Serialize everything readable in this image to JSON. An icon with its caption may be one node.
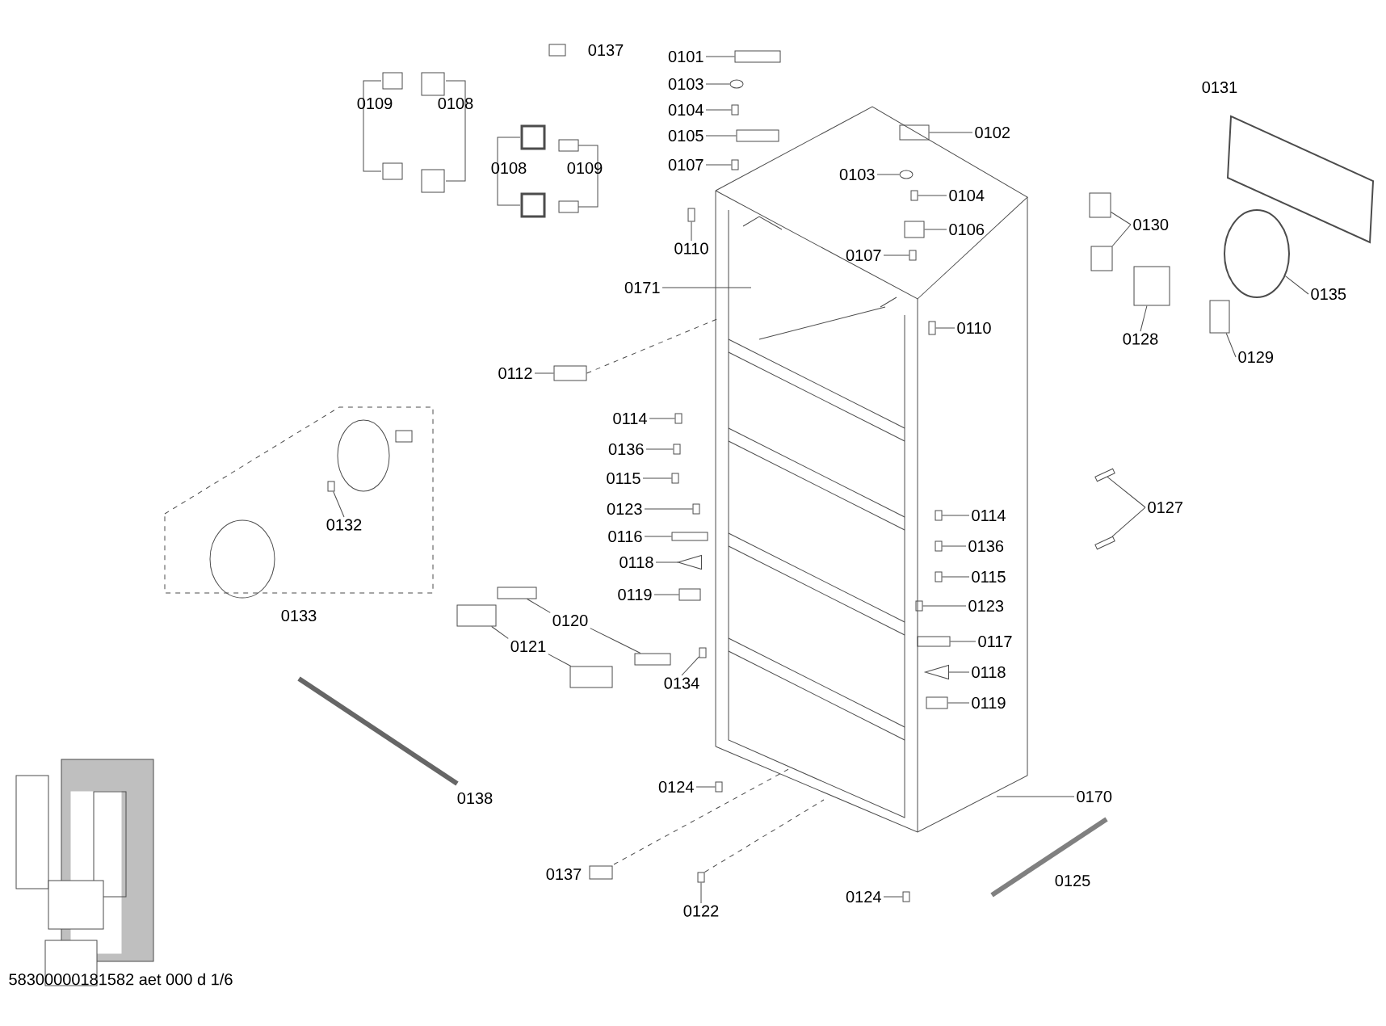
{
  "diagram": {
    "caption": "58300000181582 aet 000 d 1/6",
    "nodes": [
      {
        "text": [
          "0101"
        ]
      },
      {
        "text": [
          "0103"
        ]
      },
      {
        "text": [
          "0104"
        ]
      },
      {
        "text": [
          "0105"
        ]
      },
      {
        "text": [
          "0107"
        ]
      },
      {
        "text": [
          "0102"
        ]
      },
      {
        "text": [
          "0103"
        ]
      },
      {
        "text": [
          "0104"
        ]
      },
      {
        "text": [
          "0106"
        ]
      },
      {
        "text": [
          "0107"
        ]
      },
      {
        "text": [
          "0110"
        ]
      },
      {
        "text": [
          "0171"
        ]
      },
      {
        "text": [
          "0130"
        ]
      },
      {
        "text": [
          "0135"
        ]
      },
      {
        "text": [
          "0128"
        ]
      },
      {
        "text": [
          "0129"
        ]
      },
      {
        "text": [
          "0110"
        ]
      },
      {
        "text": [
          "0112"
        ]
      },
      {
        "text": [
          "0114"
        ]
      },
      {
        "text": [
          "0136"
        ]
      },
      {
        "text": [
          "0115"
        ]
      },
      {
        "text": [
          "0123"
        ]
      },
      {
        "text": [
          "0116"
        ]
      },
      {
        "text": [
          "0118"
        ]
      },
      {
        "text": [
          "0119"
        ]
      },
      {
        "text": [
          "0132"
        ]
      },
      {
        "text": [
          "0114"
        ]
      },
      {
        "text": [
          "0136"
        ]
      },
      {
        "text": [
          "0115"
        ]
      },
      {
        "text": [
          "0123"
        ]
      },
      {
        "text": [
          "0117"
        ]
      },
      {
        "text": [
          "0118"
        ]
      },
      {
        "text": [
          "0119"
        ]
      },
      {
        "text": [
          "0127"
        ]
      },
      {
        "text": [
          "0120"
        ]
      },
      {
        "text": [
          "0121"
        ]
      },
      {
        "text": [
          "0134"
        ]
      },
      {
        "text": [
          "0124"
        ]
      },
      {
        "text": [
          "0170"
        ]
      },
      {
        "text": [
          "0122"
        ]
      },
      {
        "text": [
          "0124"
        ]
      },
      {
        "text": [],
        "shape": "box"
      },
      {
        "text": [],
        "shape": "circle"
      },
      {
        "text": [],
        "shape": "box"
      },
      {
        "text": [],
        "shape": "box"
      },
      {
        "text": [],
        "shape": "box"
      },
      {
        "text": [],
        "shape": "box"
      },
      {
        "text": [],
        "shape": "circle"
      },
      {
        "text": [],
        "shape": "box"
      },
      {
        "text": [],
        "shape": "box"
      },
      {
        "text": [],
        "shape": "box"
      },
      {
        "text": [],
        "shape": "box"
      },
      {
        "text": [],
        "shape": "box"
      },
      {
        "text": [],
        "shape": "box"
      },
      {
        "text": [],
        "shape": "circle"
      },
      {
        "text": [],
        "shape": "box"
      },
      {
        "text": [],
        "shape": "box"
      },
      {
        "text": [],
        "shape": "box"
      },
      {
        "text": [],
        "shape": "box"
      },
      {
        "text": [],
        "shape": "box"
      },
      {
        "text": [],
        "shape": "box"
      },
      {
        "text": [],
        "shape": "box"
      },
      {
        "text": [],
        "shape": "box"
      },
      {
        "text": [],
        "shape": "box"
      },
      {
        "text": [],
        "shape": "triangle"
      },
      {
        "text": [],
        "shape": "box"
      },
      {
        "text": [],
        "shape": "box"
      },
      {
        "text": [],
        "shape": "box"
      },
      {
        "text": [],
        "shape": "box"
      },
      {
        "text": [],
        "shape": "box"
      },
      {
        "text": [],
        "shape": "box"
      },
      {
        "text": [],
        "shape": "box"
      },
      {
        "text": [],
        "shape": "triangle"
      },
      {
        "text": [],
        "shape": "box"
      },
      {
        "text": [],
        "shape": "box"
      },
      {
        "text": [],
        "shape": "box"
      },
      {
        "text": [],
        "shape": "box"
      },
      {
        "text": [],
        "shape": "box"
      },
      {
        "text": [],
        "shape": "box"
      },
      {
        "text": [],
        "shape": "box"
      },
      {
        "text": [],
        "shape": "box"
      },
      {
        "text": [],
        "shape": "box"
      },
      {
        "text": [],
        "shape": "box"
      },
      {
        "text": [],
        "shape": "box"
      }
    ],
    "edges": [
      {
        "from": 0,
        "to": 41,
        "arrow": "none"
      },
      {
        "from": 1,
        "to": 42,
        "arrow": "none"
      },
      {
        "from": 2,
        "to": 43,
        "arrow": "none"
      },
      {
        "from": 3,
        "to": 44,
        "arrow": "none"
      },
      {
        "from": 4,
        "to": 45,
        "arrow": "none"
      },
      {
        "from": 5,
        "to": 46,
        "arrow": "none"
      },
      {
        "from": 6,
        "to": 47,
        "arrow": "none"
      },
      {
        "from": 7,
        "to": 48,
        "arrow": "none"
      },
      {
        "from": 8,
        "to": 49,
        "arrow": "none"
      },
      {
        "from": 9,
        "to": 50,
        "arrow": "none"
      },
      {
        "from": 10,
        "to": 51,
        "arrow": "none"
      },
      {
        "from": 11,
        "to": null,
        "arrow": "none"
      },
      {
        "from": 12,
        "to": 52,
        "arrow": "none"
      },
      {
        "from": 12,
        "to": 53,
        "arrow": "none"
      },
      {
        "from": 13,
        "to": 54,
        "arrow": "none"
      },
      {
        "from": 14,
        "to": 55,
        "arrow": "none"
      },
      {
        "from": 15,
        "to": 56,
        "arrow": "none"
      },
      {
        "from": 16,
        "to": 57,
        "arrow": "none"
      },
      {
        "from": 17,
        "to": 58,
        "arrow": "none"
      },
      {
        "from": 18,
        "to": 59,
        "arrow": "none"
      },
      {
        "from": 19,
        "to": 60,
        "arrow": "none"
      },
      {
        "from": 20,
        "to": 61,
        "arrow": "none"
      },
      {
        "from": 21,
        "to": 62,
        "arrow": "none"
      },
      {
        "from": 22,
        "to": 63,
        "arrow": "none"
      },
      {
        "from": 23,
        "to": 64,
        "arrow": "none"
      },
      {
        "from": 24,
        "to": 65,
        "arrow": "none"
      },
      {
        "from": 25,
        "to": 66,
        "arrow": "none"
      },
      {
        "from": 26,
        "to": 67,
        "arrow": "none"
      },
      {
        "from": 27,
        "to": 68,
        "arrow": "none"
      },
      {
        "from": 28,
        "to": 69,
        "arrow": "none"
      },
      {
        "from": 29,
        "to": 70,
        "arrow": "none"
      },
      {
        "from": 30,
        "to": 71,
        "arrow": "none"
      },
      {
        "from": 31,
        "to": 72,
        "arrow": "none"
      },
      {
        "from": 32,
        "to": 73,
        "arrow": "none"
      },
      {
        "from": 33,
        "to": 74,
        "arrow": "none"
      },
      {
        "from": 33,
        "to": 75,
        "arrow": "none"
      },
      {
        "from": 34,
        "to": 76,
        "arrow": "none"
      },
      {
        "from": 34,
        "to": 77,
        "arrow": "none"
      },
      {
        "from": 35,
        "to": 78,
        "arrow": "none"
      },
      {
        "from": 35,
        "to": 79,
        "arrow": "none"
      },
      {
        "from": 36,
        "to": 80,
        "arrow": "none"
      },
      {
        "from": 37,
        "to": 81,
        "arrow": "none"
      },
      {
        "from": 38,
        "to": null,
        "arrow": "none"
      },
      {
        "from": 39,
        "to": 82,
        "arrow": "none"
      },
      {
        "from": 40,
        "to": 83,
        "arrow": "none"
      },
      {
        "from": 58,
        "to": null,
        "arrow": "none",
        "style": "dashed"
      },
      {
        "from": 82,
        "to": null,
        "arrow": "none",
        "style": "dashed"
      }
    ],
    "labels": [
      "0137",
      "0131",
      "0109",
      "0108",
      "0108",
      "0109",
      "0133",
      "0138",
      "0137",
      "0125"
    ]
  }
}
